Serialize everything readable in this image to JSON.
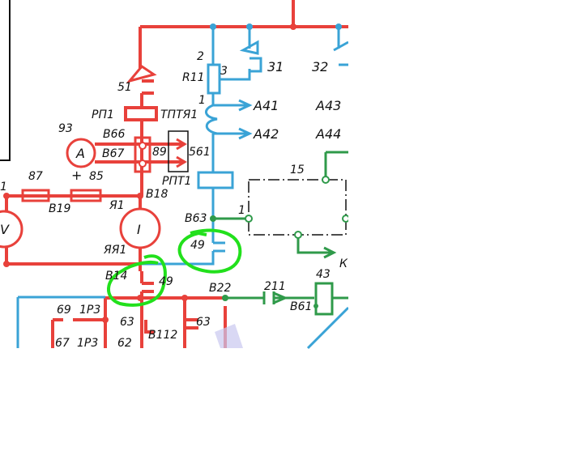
{
  "diagram": {
    "colors": {
      "power": "#e8413b",
      "control": "#3aa3d6",
      "signal": "#2f9a4a",
      "highlight": "#22e01c",
      "frame": "#111111"
    },
    "labels": {
      "c51": "51",
      "rp1": "РП1",
      "tptya1": "ТПТЯ1",
      "a93": "93",
      "b66": "В66",
      "b67": "В67",
      "meter_a": "A",
      "r89": "89",
      "r561": "561",
      "r87": "87",
      "plus": "+",
      "r85": "85",
      "b19": "В19",
      "ya1": "Я1",
      "b18": "В18",
      "one_left": "1",
      "meter_v": "V",
      "gen_i": "I",
      "yya1": "ЯЯ1",
      "b14": "В14",
      "c49a": "49",
      "b22": "В22",
      "c69": "69",
      "rp3": "1Р3",
      "c63a": "63",
      "c63b": "63",
      "b112": "В112",
      "c67": "67",
      "c102": "1Р3",
      "c62": "62",
      "pin2": "2",
      "r11": "R11",
      "pin3": "3",
      "pin1": "1",
      "c31": "31",
      "c32": "32",
      "a41": "А41",
      "a42": "А42",
      "a43": "А43",
      "a44": "А44",
      "rpt1": "РПТ1",
      "b63": "В63",
      "c49b": "49",
      "one_right": "1",
      "c15": "15",
      "k": "К",
      "c211": "211",
      "b61": "В61",
      "c43": "43"
    }
  }
}
